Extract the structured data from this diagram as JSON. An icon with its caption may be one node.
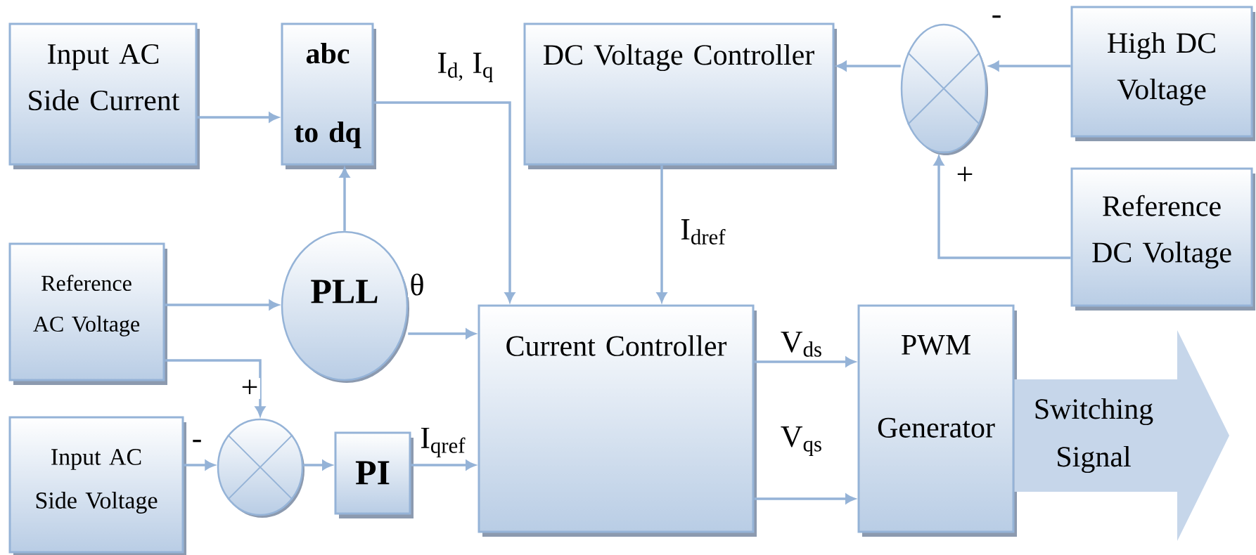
{
  "diagram": {
    "nodes": [
      {
        "text": [
          "Input AC Side Current"
        ]
      },
      {
        "text": [
          "abc to dq"
        ]
      },
      {
        "text": [
          "DC Voltage Controller"
        ]
      },
      {
        "text": [],
        "shape": "circle"
      },
      {
        "text": [
          "High DC Voltage"
        ]
      },
      {
        "text": [
          "Reference DC Voltage"
        ]
      },
      {
        "text": [
          "Reference AC Voltage"
        ]
      },
      {
        "text": [
          "PLL"
        ]
      },
      {
        "text": [
          "Input AC Side Voltage"
        ]
      },
      {
        "text": [],
        "shape": "circle"
      },
      {
        "text": [
          "PI"
        ]
      },
      {
        "text": [
          "Current Controller"
        ]
      },
      {
        "text": [
          "PWM Generator"
        ]
      }
    ],
    "edges": [
      {
        "from": 0,
        "to": 1,
        "arrow": "to"
      },
      {
        "from": 7,
        "to": 1,
        "arrow": "to"
      },
      {
        "from": 1,
        "to": 11,
        "arrow": "to",
        "label": "I$_{d,}$ I$_{q}$"
      },
      {
        "from": 2,
        "to": 11,
        "arrow": "to",
        "label": "I$_{dref}$"
      },
      {
        "from": 3,
        "to": 2,
        "arrow": "to"
      },
      {
        "from": 4,
        "to": 3,
        "arrow": "to",
        "label": "-"
      },
      {
        "from": 5,
        "to": 3,
        "arrow": "to",
        "label": "+"
      },
      {
        "from": 6,
        "to": 7,
        "arrow": "to"
      },
      {
        "from": 7,
        "to": 11,
        "arrow": "to",
        "label": "θ"
      },
      {
        "from": 6,
        "to": 9,
        "arrow": "to",
        "label": "+"
      },
      {
        "from": 8,
        "to": 9,
        "arrow": "to",
        "label": "-"
      },
      {
        "from": 9,
        "to": 10,
        "arrow": "to"
      },
      {
        "from": 10,
        "to": 11,
        "arrow": "to",
        "label": "I$_{qref}$"
      },
      {
        "from": 11,
        "to": 12,
        "arrow": "to",
        "label": "V$_{ds}$"
      },
      {
        "from": 11,
        "to": 12,
        "arrow": "to",
        "label": "V$_{qs}$"
      },
      {
        "from": 12,
        "to": null,
        "arrow": "to",
        "label": "Switching Signal",
        "style": "thick",
        "color": "#c6d6ea"
      }
    ]
  }
}
